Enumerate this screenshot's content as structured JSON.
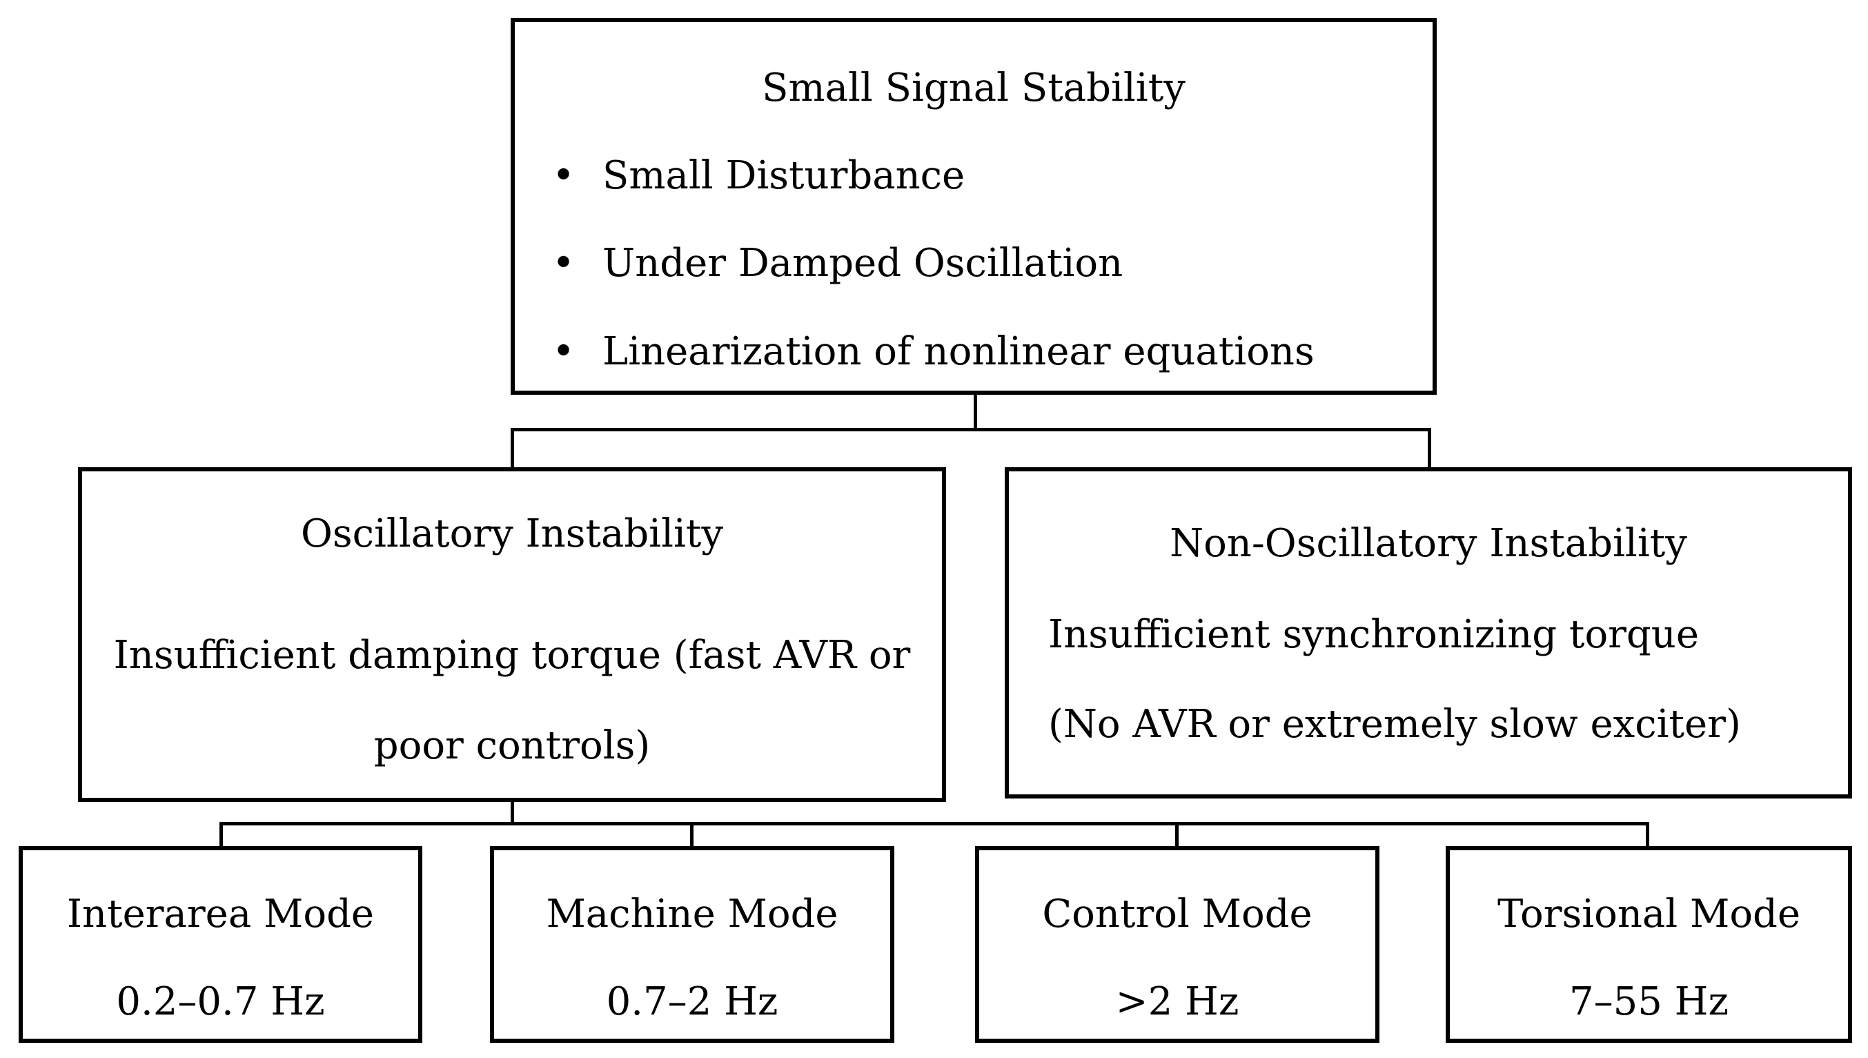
{
  "root": {
    "title": "Small Signal Stability",
    "bullets": [
      "Small Disturbance",
      "Under Damped Oscillation",
      "Linearization of nonlinear equations"
    ],
    "bullet_glyph": "•"
  },
  "oscillatory": {
    "title": "Oscillatory Instability",
    "line1": "Insufficient damping torque (fast AVR or",
    "line2": "poor controls)"
  },
  "non_oscillatory": {
    "title": "Non-Oscillatory Instability",
    "line1": "Insufficient synchronizing torque",
    "line2": "(No AVR or extremely slow exciter)"
  },
  "modes": [
    {
      "name": "Interarea Mode",
      "range": "0.2–0.7 Hz"
    },
    {
      "name": "Machine Mode",
      "range": "0.7–2 Hz"
    },
    {
      "name": "Control Mode",
      "range": ">2 Hz"
    },
    {
      "name": "Torsional Mode",
      "range": "7–55 Hz"
    }
  ],
  "colors": {
    "stroke": "#000000",
    "background": "#ffffff",
    "text": "#000000"
  }
}
